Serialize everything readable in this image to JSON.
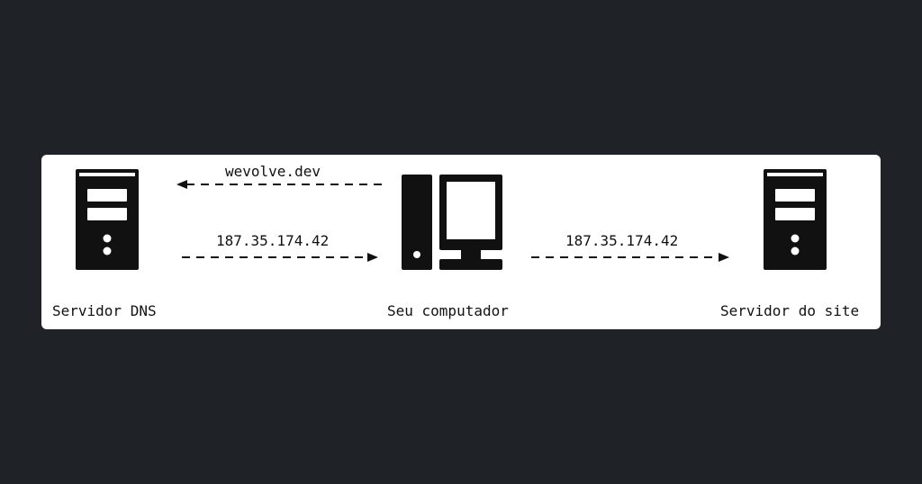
{
  "diagram": {
    "nodes": {
      "dns_server": {
        "label": "Servidor DNS",
        "icon": "server-icon"
      },
      "computer": {
        "label": "Seu computador",
        "icon": "desktop-computer-icon"
      },
      "site_server": {
        "label": "Servidor do site",
        "icon": "server-icon"
      }
    },
    "arrows": {
      "query": {
        "label": "wevolve.dev",
        "from": "Seu computador",
        "to": "Servidor DNS",
        "style": "dashed"
      },
      "dns_response": {
        "label": "187.35.174.42",
        "from": "Servidor DNS",
        "to": "Seu computador",
        "style": "dashed"
      },
      "site_request": {
        "label": "187.35.174.42",
        "from": "Seu computador",
        "to": "Servidor do site",
        "style": "dashed"
      }
    }
  },
  "colors": {
    "background": "#1f2328",
    "panel": "#ffffff",
    "ink": "#111111"
  }
}
